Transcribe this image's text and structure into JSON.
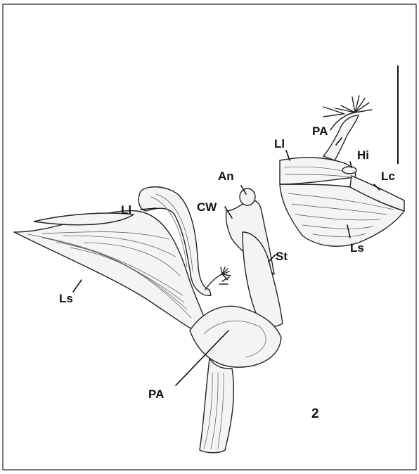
{
  "figure": {
    "number": "2",
    "labels": {
      "main_ls": "Ls",
      "main_ll": "Ll",
      "main_cw": "CW",
      "main_an": "An",
      "main_st": "St",
      "main_pa": "PA",
      "inset_pa": "PA",
      "inset_ll": "Ll",
      "inset_hi": "Hi",
      "inset_lc": "Lc",
      "inset_ls": "Ls"
    }
  }
}
